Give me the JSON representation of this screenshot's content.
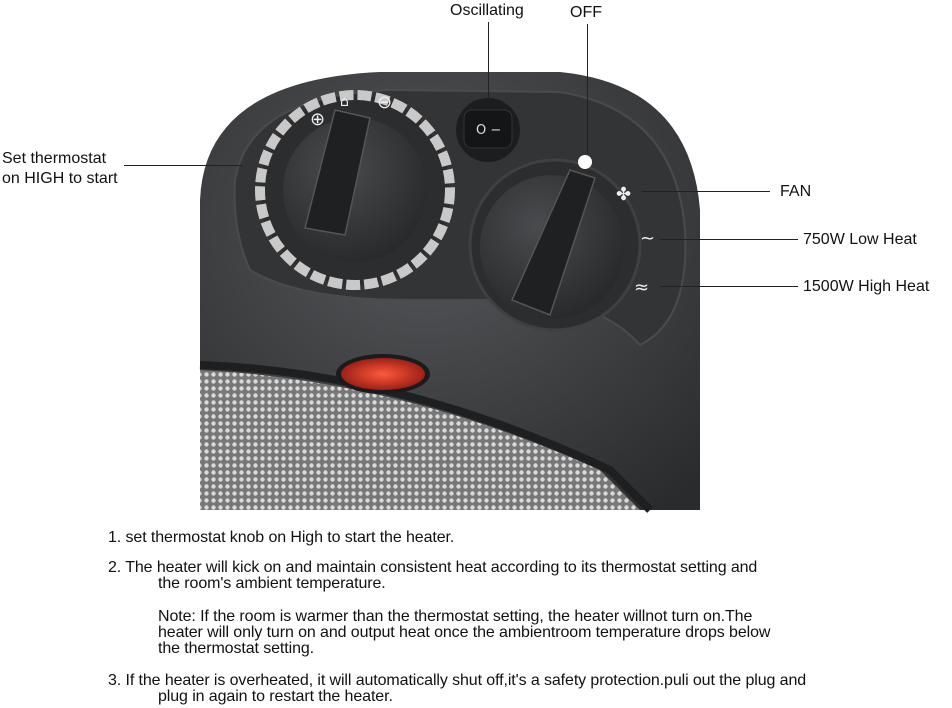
{
  "labels": {
    "oscillating": "Oscillating",
    "off": "OFF",
    "thermostat_line1": "Set thermostat",
    "thermostat_line2": "on HIGH to start",
    "fan": "FAN",
    "low_heat": "750W Low Heat",
    "high_heat": "1500W High Heat"
  },
  "instructions": {
    "step1": "1. set thermostat knob on High to start the heater.",
    "step2_line1": "2. The heater will kick on and maintain consistent heat according to its thermostat setting and",
    "step2_line2": "the room's ambient temperature.",
    "note_line1": "Note: If the room is warmer than the thermostat setting, the heater willnot turn on.The",
    "note_line2": "heater will only turn on and output heat once the ambientroom temperature drops below",
    "note_line3": "the thermostat setting.",
    "step3_line1": "3. If the heater is overheated, it will automatically shut off,it's a safety protection.puli out the plug and",
    "step3_line2": "plug in again to restart the heater."
  },
  "colors": {
    "body": "#3a3b3d",
    "indicator": "#c8201c"
  }
}
